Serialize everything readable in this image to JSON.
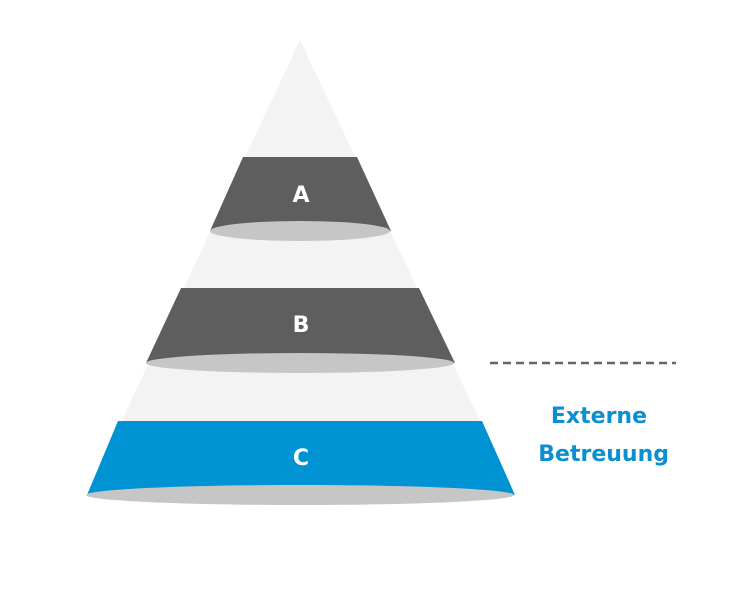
{
  "pyramid": {
    "tiers": [
      {
        "label": "A",
        "color": "#5e5e5e"
      },
      {
        "label": "B",
        "color": "#5e5e5e"
      },
      {
        "label": "C",
        "color": "#0093d3"
      }
    ],
    "background_color": "#f3f3f3",
    "ellipse_color": "#c6c6c6"
  },
  "side_text": {
    "line1": "Externe",
    "line2": "Betreuung",
    "color": "#0a8fd0"
  },
  "divider": {
    "style": "dashed",
    "color": "#666666"
  }
}
